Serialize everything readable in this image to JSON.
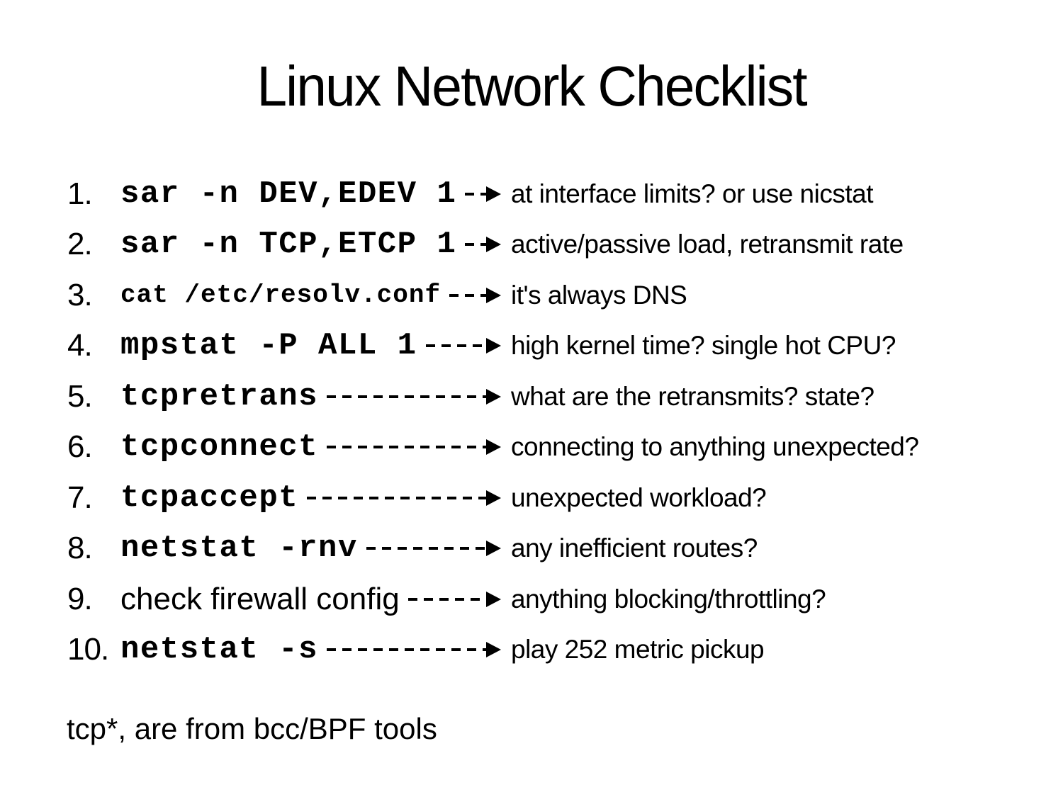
{
  "title": "Linux Network Checklist",
  "checklist": {
    "items": [
      {
        "num": "1.",
        "command": "sar -n DEV,EDEV 1",
        "note": "at interface limits? or use nicstat"
      },
      {
        "num": "2.",
        "command": "sar -n TCP,ETCP 1",
        "note": "active/passive load, retransmit rate"
      },
      {
        "num": "3.",
        "command": "cat /etc/resolv.conf",
        "note": "it's always DNS"
      },
      {
        "num": "4.",
        "command": "mpstat -P ALL 1",
        "note": "high kernel time? single hot CPU?"
      },
      {
        "num": "5.",
        "command": "tcpretrans",
        "note": "what are the retransmits? state?"
      },
      {
        "num": "6.",
        "command": "tcpconnect",
        "note": "connecting to anything unexpected?"
      },
      {
        "num": "7.",
        "command": "tcpaccept",
        "note": "unexpected workload?"
      },
      {
        "num": "8.",
        "command": "netstat -rnv",
        "note": "any inefficient routes?"
      },
      {
        "num": "9.",
        "command": "check firewall config",
        "note": "anything blocking/throttling?"
      },
      {
        "num": "10.",
        "command": "netstat -s",
        "note": "play 252 metric pickup"
      }
    ]
  },
  "footer": "tcp*, are from bcc/BPF tools",
  "colors": {
    "background": "#ffffff",
    "text": "#000000"
  }
}
